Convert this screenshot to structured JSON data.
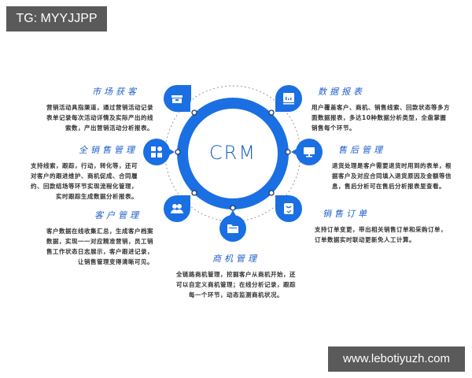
{
  "watermarks": {
    "top_left": "TG: MYYJJPP",
    "bottom_right": "www.lebotiyuzh.com"
  },
  "center": {
    "label": "CRM",
    "color": "#1a6fe3"
  },
  "modules": [
    {
      "id": "marketing",
      "title": "市场获客",
      "icon": "box-icon",
      "desc": [
        "营销活动具指渠道，通过营销活动记录",
        "表单记录每次活动详情及实际产出的线",
        "索数，产出营销活动分析报表。"
      ]
    },
    {
      "id": "sales-process",
      "title": "全销售管理",
      "icon": "grid-gear-icon",
      "desc": [
        "支持线索，跟踪，行动，转化等，还可",
        "对客户的跟进维护、商机促成、合同履",
        "约、回款结场等环节实现流程化管理，",
        "实时跟踪生成数据分析报表。"
      ]
    },
    {
      "id": "customer",
      "title": "客户管理",
      "icon": "users-icon",
      "desc": [
        "客户数据在线收集汇总，生成客户档案",
        "数据，实现一一对应精准营销，员工销",
        "售工作状态日志展示，客户跟进记录，",
        "让销售管理变得清晰可见。"
      ]
    },
    {
      "id": "opportunity",
      "title": "商机管理",
      "icon": "folder-icon",
      "desc": [
        "全链路商机管理，挖掘客户从商机开始，还",
        "可以自定义商机管理；在线分析记录，跟踪",
        "每一个环节，动态监测商机状况。"
      ]
    },
    {
      "id": "reports",
      "title": "数据报表",
      "icon": "chart-icon",
      "desc": [
        "用户覆盖客户、商机、销售线索、回款状态等多方",
        "面数据报表，多达10种数据分析类型，全盘掌握",
        "销售每个环节。"
      ]
    },
    {
      "id": "after-sales",
      "title": "售后管理",
      "icon": "monitor-icon",
      "desc": [
        "退货处理是客户需要退货时用到的表单，根",
        "据客户及对应合同填入退货原因及金额等信",
        "息，售后分析可在售后分析报表里查看。"
      ]
    },
    {
      "id": "orders",
      "title": "销售订单",
      "icon": "bag-check-icon",
      "desc": [
        "支持订单变更，带出相关销售订单和采购订单，",
        "订单数据实时联动更新免人工计算。"
      ]
    }
  ]
}
